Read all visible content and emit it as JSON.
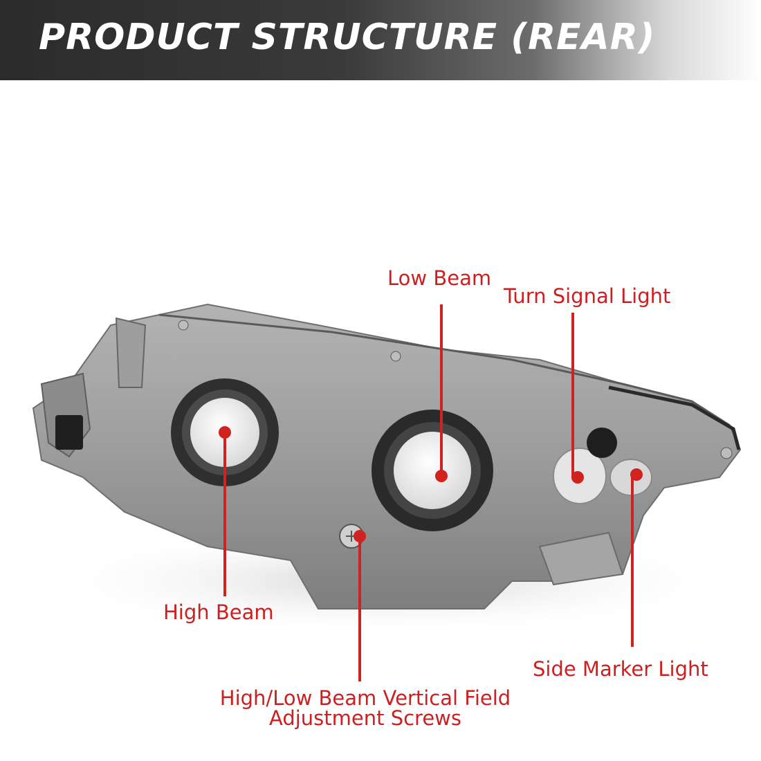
{
  "banner": {
    "title": "PRODUCT STRUCTURE (REAR)"
  },
  "callouts": {
    "low_beam": "Low Beam",
    "turn_signal": "Turn Signal Light",
    "high_beam": "High Beam",
    "adjustment_line1": "High/Low Beam Vertical Field",
    "adjustment_line2": "Adjustment Screws",
    "side_marker": "Side Marker Light"
  },
  "colors": {
    "accent": "#cc1f1f",
    "banner_dark": "#2b2b2b",
    "housing": "#9a9a9a"
  }
}
